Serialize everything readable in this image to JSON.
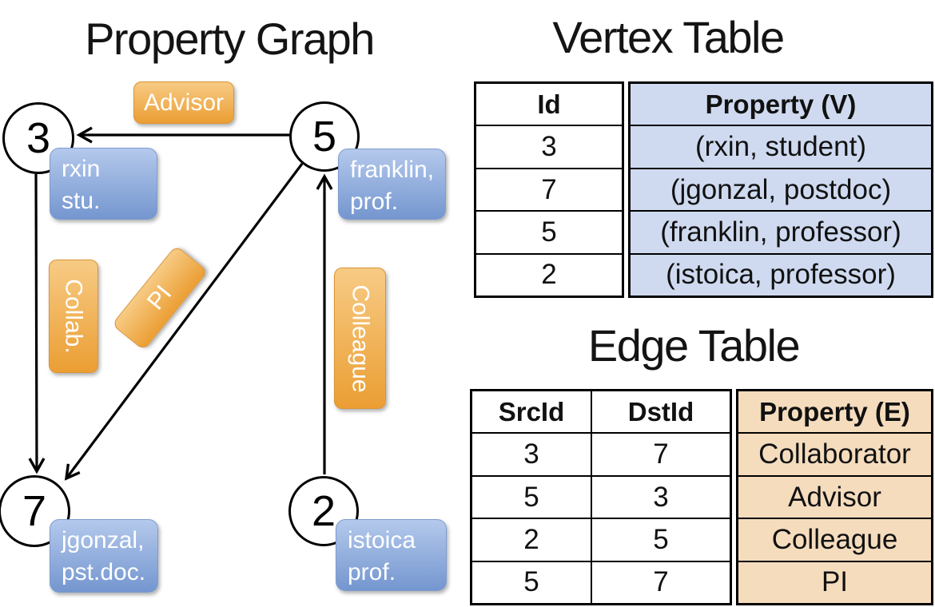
{
  "graph": {
    "title": "Property Graph",
    "nodes": [
      {
        "id": "3",
        "line1": "rxin",
        "line2": "stu."
      },
      {
        "id": "5",
        "line1": "franklin,",
        "line2": "prof."
      },
      {
        "id": "7",
        "line1": "jgonzal,",
        "line2": "pst.doc."
      },
      {
        "id": "2",
        "line1": "istoica",
        "line2": "prof."
      }
    ],
    "edge_labels": [
      {
        "label": "Advisor"
      },
      {
        "label": "Collab."
      },
      {
        "label": "PI"
      },
      {
        "label": "Colleague"
      }
    ]
  },
  "vertex_table": {
    "title": "Vertex Table",
    "col_id": "Id",
    "col_property": "Property (V)",
    "rows": [
      {
        "id": "3",
        "property": "(rxin, student)"
      },
      {
        "id": "7",
        "property": "(jgonzal, postdoc)"
      },
      {
        "id": "5",
        "property": "(franklin, professor)"
      },
      {
        "id": "2",
        "property": "(istoica, professor)"
      }
    ]
  },
  "edge_table": {
    "title": "Edge Table",
    "col_src": "SrcId",
    "col_dst": "DstId",
    "col_property": "Property (E)",
    "rows": [
      {
        "src": "3",
        "dst": "7",
        "property": "Collaborator"
      },
      {
        "src": "5",
        "dst": "3",
        "property": "Advisor"
      },
      {
        "src": "2",
        "dst": "5",
        "property": "Colleague"
      },
      {
        "src": "5",
        "dst": "7",
        "property": "PI"
      }
    ]
  },
  "colors": {
    "blue_box_top": "#b4c9ec",
    "blue_box_bottom": "#7496cf",
    "blue_box_border": "#7f9cd0",
    "orange_box_top": "#f7cb85",
    "orange_box_bottom": "#eb9e33",
    "orange_box_border": "#dc9434",
    "vertex_cell_bg": "#cfdaf0",
    "edge_cell_bg": "#f5dcbd",
    "line_color": "#000000"
  }
}
